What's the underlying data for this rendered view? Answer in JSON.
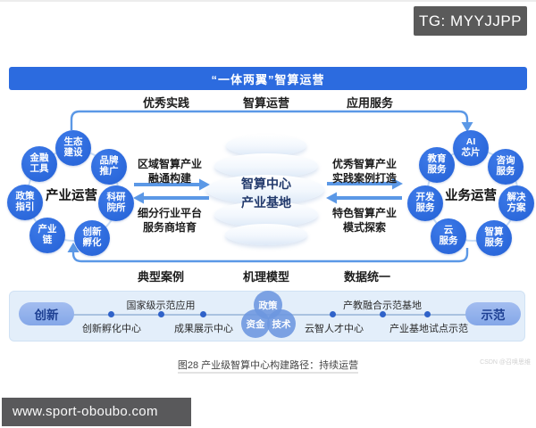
{
  "page": {
    "tg_badge": "TG: MYYJJPP",
    "site_bar": "www.sport-oboubo.com",
    "watermark": "CSDN @召唤思维",
    "caption": "图28 产业级智算中心构建路径：持续运营"
  },
  "banner": {
    "title": "“一体两翼”智算运营",
    "color": "#2c6bdf"
  },
  "flow": {
    "top_labels": [
      "优秀实践",
      "智算运营",
      "应用服务"
    ],
    "bottom_labels": [
      "典型案例",
      "机理模型",
      "数据统一"
    ]
  },
  "center": {
    "label": "智算中心\n产业基地"
  },
  "left_cluster": {
    "label": "产业运营",
    "bubbles": [
      "生态\n建设",
      "金融\n工具",
      "品牌\n推广",
      "政策\n指引",
      "科研\n院所",
      "产业\n链",
      "创新\n孵化"
    ]
  },
  "right_cluster": {
    "label": "业务运营",
    "bubbles": [
      "AI\n芯片",
      "教育\n服务",
      "咨询\n服务",
      "开发\n服务",
      "解决\n方案",
      "云\n服务",
      "智算\n服务"
    ]
  },
  "exchanges": {
    "left_to_center": "区域智算产业\n融通构建",
    "center_to_left": "细分行业平台\n服务商培育",
    "center_to_right": "优秀智算产业\n实践案例打造",
    "right_to_center": "特色智算产业\n模式探索"
  },
  "timeline": {
    "start": "创新",
    "end": "示范",
    "milestones_above": [
      "国家级示范应用",
      "产教融合示范基地"
    ],
    "milestones_below": [
      "创新孵化中心",
      "成果展示中心",
      "云智人才中心",
      "产业基地试点示范"
    ],
    "venn": [
      "政策",
      "资金",
      "技术"
    ]
  },
  "colors": {
    "primary": "#2c6bdf",
    "arrow": "#5b98e6",
    "panel_bg": "#e3eefa"
  }
}
